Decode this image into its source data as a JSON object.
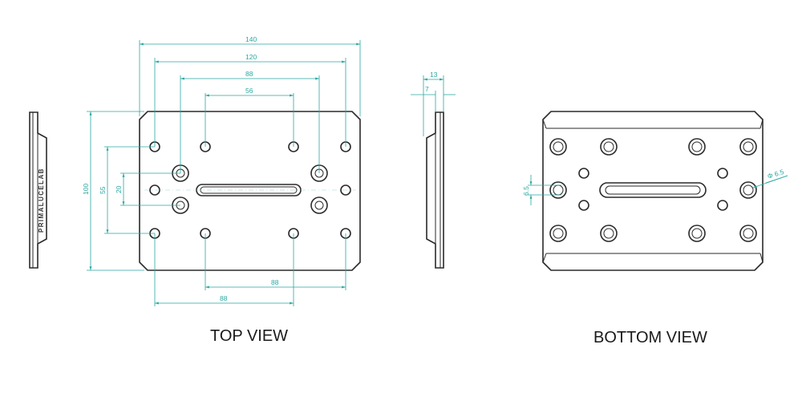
{
  "brand": "PRIMALUCELAB",
  "views": {
    "top": "TOP VIEW",
    "bottom": "BOTTOM VIEW"
  },
  "dimensions": {
    "d140": "140",
    "d120": "120",
    "d88_top": "88",
    "d56": "56",
    "d88_bottom_right": "88",
    "d88_bottom_left": "88",
    "d100": "100",
    "d55": "55",
    "d20": "20",
    "d13": "13",
    "d7": "7",
    "d65_left": "6.5",
    "d65_diameter": "Φ 6.5"
  },
  "colors": {
    "outline": "#2a2a2a",
    "dimension": "#2aa7a0"
  }
}
